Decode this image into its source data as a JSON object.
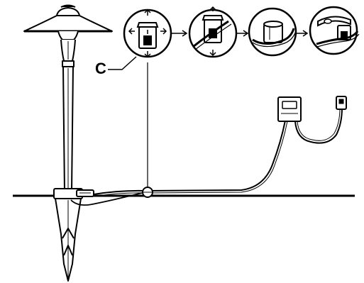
{
  "callout": {
    "label": "C"
  },
  "steps": [
    {
      "id": "step-1"
    },
    {
      "id": "step-2"
    },
    {
      "id": "step-3"
    },
    {
      "id": "step-4"
    }
  ]
}
